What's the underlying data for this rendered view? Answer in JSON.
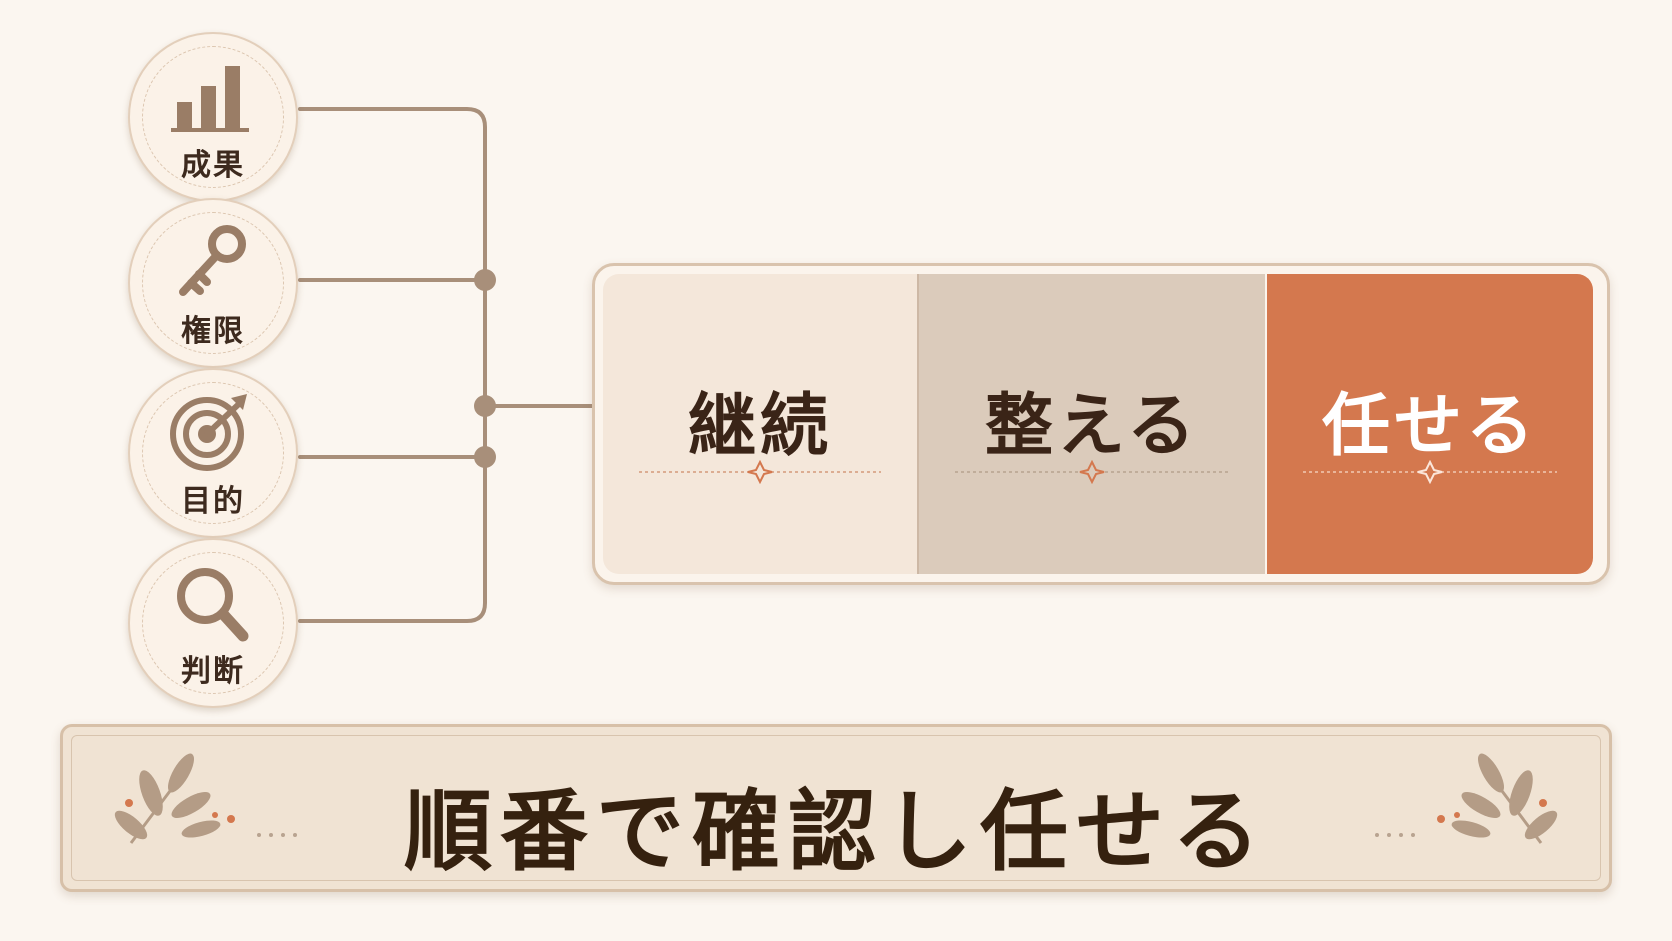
{
  "drivers": [
    {
      "label": "成果",
      "icon": "bar-chart-icon"
    },
    {
      "label": "権限",
      "icon": "key-icon"
    },
    {
      "label": "目的",
      "icon": "target-icon"
    },
    {
      "label": "判断",
      "icon": "magnifier-icon"
    }
  ],
  "stages": [
    {
      "label": "継続"
    },
    {
      "label": "整える"
    },
    {
      "label": "任せる"
    }
  ],
  "banner": {
    "title": "順番で確認し任せる"
  },
  "colors": {
    "background": "#fbf6f0",
    "line": "#a88f7a",
    "accent": "#d4784e",
    "stage_light": "#f4e7da",
    "stage_mid": "#dbcbbb",
    "text_dark": "#3a2417"
  }
}
